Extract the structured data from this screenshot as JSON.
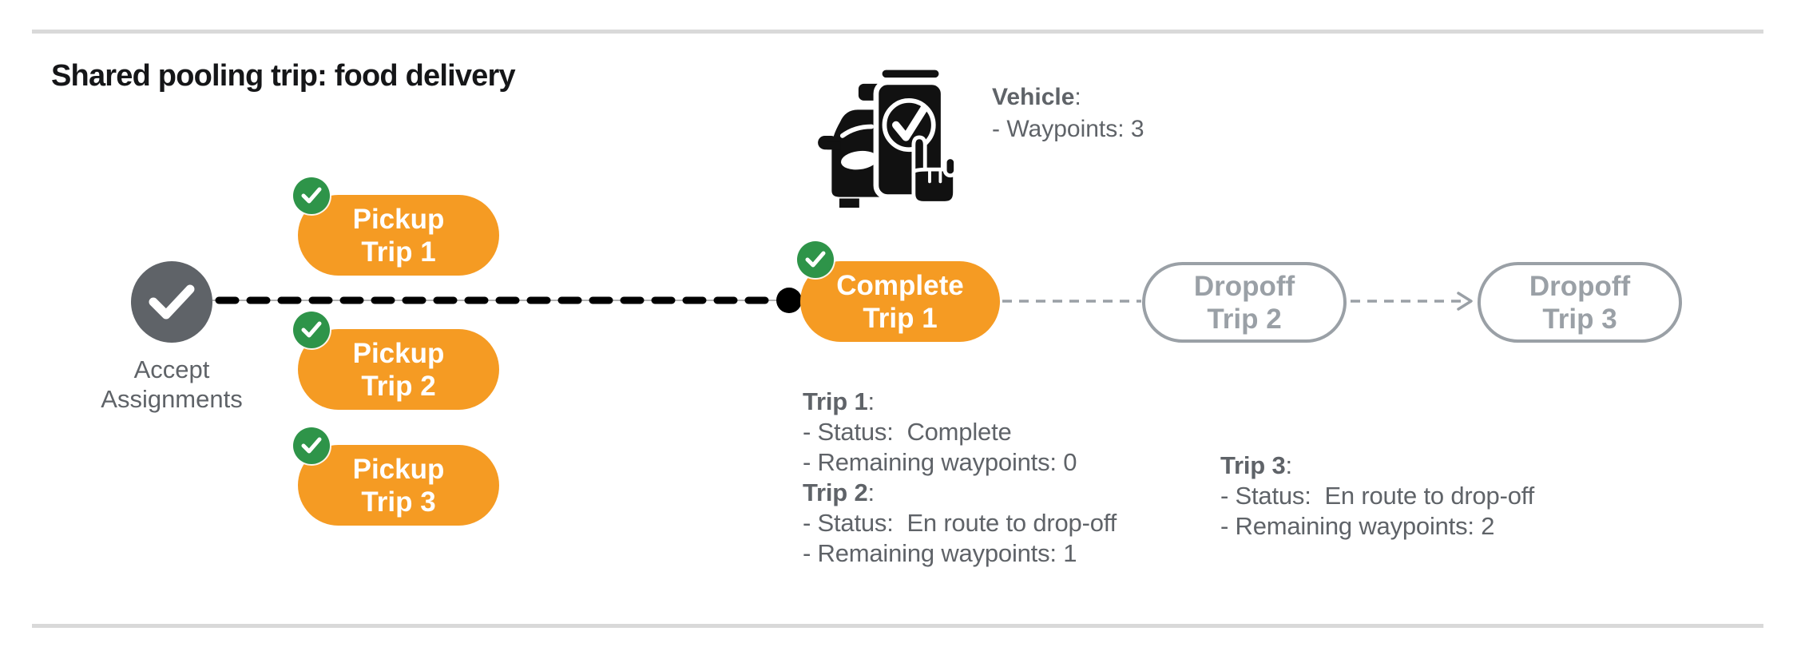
{
  "strings": {
    "colon": ":"
  },
  "header": {
    "title": "Shared pooling trip: food delivery"
  },
  "vehicle": {
    "icon": "car-phone-check-icon",
    "label": "Vehicle",
    "waypoints": "- Waypoints: 3"
  },
  "flow": {
    "start": {
      "icon": "check-icon",
      "line1": "Accept",
      "line2": "Assignments"
    },
    "pickups": [
      {
        "badge_icon": "check-icon",
        "line1": "Pickup",
        "line2": "Trip 1"
      },
      {
        "badge_icon": "check-icon",
        "line1": "Pickup",
        "line2": "Trip 2"
      },
      {
        "badge_icon": "check-icon",
        "line1": "Pickup",
        "line2": "Trip 3"
      }
    ],
    "complete": {
      "badge_icon": "check-icon",
      "line1": "Complete",
      "line2": "Trip 1"
    },
    "dropoffs": [
      {
        "line1": "Dropoff",
        "line2": "Trip 2"
      },
      {
        "line1": "Dropoff",
        "line2": "Trip 3"
      }
    ]
  },
  "trip_details": [
    {
      "title": "Trip 1",
      "status": "- Status:  Complete",
      "remaining": "- Remaining waypoints: 0"
    },
    {
      "title": "Trip 2",
      "status": "- Status:  En route to drop-off",
      "remaining": "- Remaining waypoints: 1"
    },
    {
      "title": "Trip 3",
      "status": "- Status:  En route to drop-off",
      "remaining": "- Remaining waypoints: 2"
    }
  ],
  "colors": {
    "orange": "#F59B23",
    "green": "#2E9449",
    "gray_dark": "#5F6368",
    "gray_light": "#9AA0A6",
    "rule_gray": "#D9D9D9",
    "black": "#111111"
  }
}
